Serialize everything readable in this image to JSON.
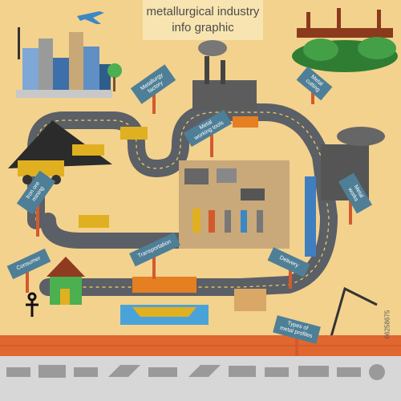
{
  "title": {
    "line1": "metallurgical industry",
    "line2": "info graphic"
  },
  "signs": {
    "metallurgy_factory": "Metallurgy\nfactory",
    "metal_cutting": "Metal\ncutting",
    "metal_working_tools": "Metal\nworking tools",
    "iron_ore_mining": "Iron ore\nmining",
    "metal_works": "Metal\nworks",
    "consumer": "Consumer",
    "transportation": "Transportation",
    "delivery": "Delivery",
    "types_of_metal_profiles": "Types of\nmetal profiles"
  },
  "watermark": "66258675",
  "colors": {
    "background": "#f3d28e",
    "road": "#5b5f66",
    "sign": "#4f7f97",
    "sign_post": "#d45a2d",
    "brick_strip": "#e0672f",
    "profile_strip": "#d7d7d7"
  }
}
